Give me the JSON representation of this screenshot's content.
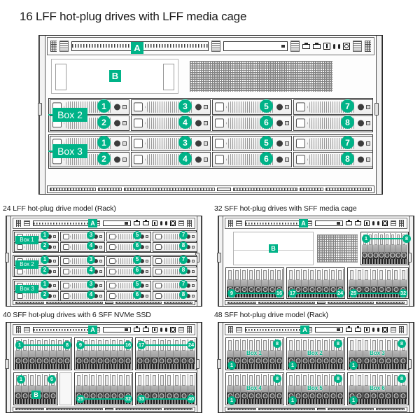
{
  "main": {
    "title": "16 LFF hot-plug drives with LFF media cage",
    "callouts": {
      "a": "A",
      "b": "B"
    },
    "boxes": [
      {
        "label": "Box 2",
        "drives": [
          "1",
          "2",
          "3",
          "4",
          "5",
          "6",
          "7",
          "8"
        ]
      },
      {
        "label": "Box 3",
        "drives": [
          "1",
          "2",
          "3",
          "4",
          "5",
          "6",
          "7",
          "8"
        ]
      }
    ]
  },
  "panels": [
    {
      "id": "lff-24",
      "title": "24 LFF hot-plug drive model (Rack)",
      "callout_a": "A",
      "boxes": [
        {
          "label": "Box 1",
          "drives": [
            "1",
            "2",
            "3",
            "4",
            "5",
            "6",
            "7",
            "8"
          ]
        },
        {
          "label": "Box 2",
          "drives": [
            "1",
            "2",
            "3",
            "4",
            "5",
            "6",
            "7",
            "8"
          ]
        },
        {
          "label": "Box 3",
          "drives": [
            "1",
            "2",
            "3",
            "4",
            "5",
            "6",
            "7",
            "8"
          ]
        }
      ]
    },
    {
      "id": "sff-32",
      "title": "32 SFF hot-plug drives with SFF media cage",
      "callout_a": "A",
      "callout_b": "B",
      "ranges": [
        {
          "start": "1",
          "end": "8"
        },
        {
          "start": "9",
          "end": "16"
        },
        {
          "start": "17",
          "end": "24"
        },
        {
          "start": "25",
          "end": "32"
        }
      ]
    },
    {
      "id": "sff-40-nvme",
      "title": "40 SFF hot-plug drives with 6 SFF NVMe SSD",
      "callout_a": "A",
      "callout_b": "B",
      "ranges": [
        {
          "start": "1",
          "end": "8"
        },
        {
          "start": "9",
          "end": "16"
        },
        {
          "start": "17",
          "end": "24"
        },
        {
          "start": "25",
          "end": "32"
        },
        {
          "start": "33",
          "end": "40"
        }
      ],
      "nvme": {
        "start": "1",
        "end": "6"
      }
    },
    {
      "id": "sff-48",
      "title": "48 SFF hot-plug drive model (Rack)",
      "callout_a": "A",
      "boxes": [
        {
          "label": "Box 1",
          "start": "1",
          "end": "8"
        },
        {
          "label": "Box 2",
          "start": "1",
          "end": "8"
        },
        {
          "label": "Box 3",
          "start": "1",
          "end": "8"
        },
        {
          "label": "Box 4",
          "start": "1",
          "end": "8"
        },
        {
          "label": "Box 5",
          "start": "1",
          "end": "8"
        },
        {
          "label": "Box 6",
          "start": "1",
          "end": "8"
        }
      ]
    }
  ],
  "colors": {
    "accent": "#00b388",
    "text": "#1b1b1b",
    "chassis_border": "#2a2a2a"
  }
}
